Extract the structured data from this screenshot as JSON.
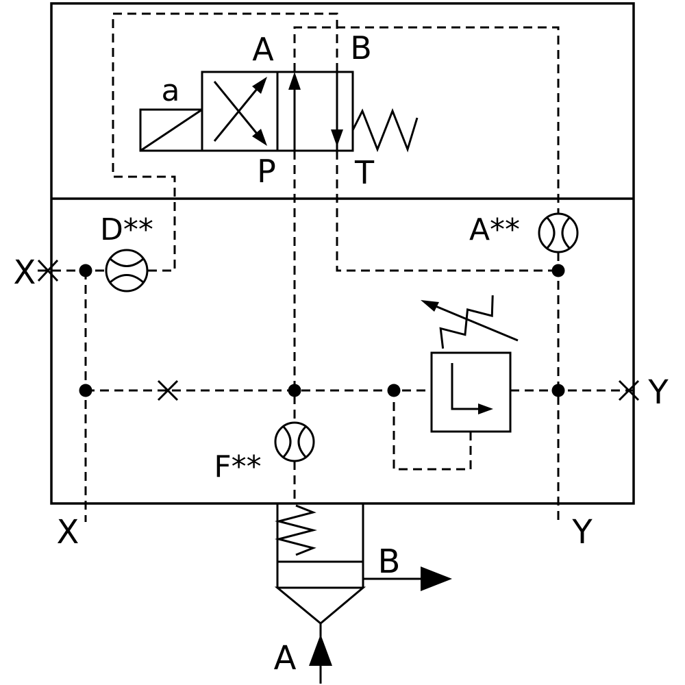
{
  "diagram": {
    "kind": "hydraulic-cartridge-valve-schematic",
    "line_color": "#000000",
    "background_color": "#ffffff",
    "labels": {
      "solenoid": "a",
      "pilot_valve": {
        "port_a": "A",
        "port_b": "B",
        "port_p": "P",
        "port_t": "T"
      },
      "orifices": {
        "d": "D**",
        "a": "A**",
        "f": "F**"
      },
      "ports": {
        "x_side": "X",
        "x_bottom": "X",
        "y_side": "Y",
        "y_bottom": "Y",
        "main_b": "B",
        "main_a": "A"
      }
    }
  }
}
